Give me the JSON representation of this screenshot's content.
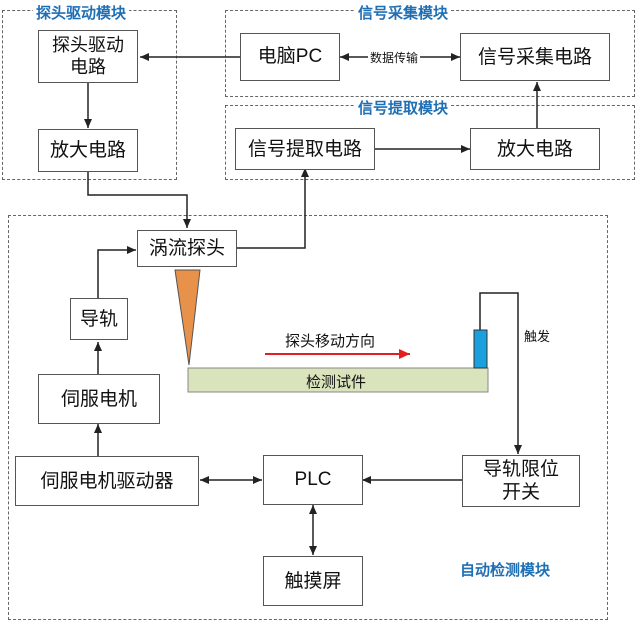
{
  "modules": {
    "probe_drive": "探头驱动模块",
    "signal_acquisition": "信号采集模块",
    "signal_extraction": "信号提取模块",
    "auto_detection": "自动检测模块"
  },
  "blocks": {
    "probe_drive_circuit": [
      "探头驱动",
      "电路"
    ],
    "amp_left": "放大电路",
    "computer": "电脑PC",
    "acquisition_circuit": "信号采集电路",
    "extraction_circuit": "信号提取电路",
    "amp_right": "放大电路",
    "eddy_probe": "涡流探头",
    "guide_rail": "导轨",
    "servo_motor": "伺服电机",
    "servo_driver": "伺服电机驱动器",
    "plc": "PLC",
    "limit_switch": [
      "导轨限位",
      "开关"
    ],
    "touch_screen": "触摸屏"
  },
  "labels": {
    "data_transfer": "数据传输",
    "trigger": "触发",
    "probe_direction": "探头移动方向",
    "test_piece": "检测试件"
  },
  "colors": {
    "module_title": "#1f6fb5",
    "probe": "#e8914a",
    "direction_arrow": "#e02020",
    "test_piece_fill": "#d9e4bd",
    "sensor": "#1aa0de"
  }
}
